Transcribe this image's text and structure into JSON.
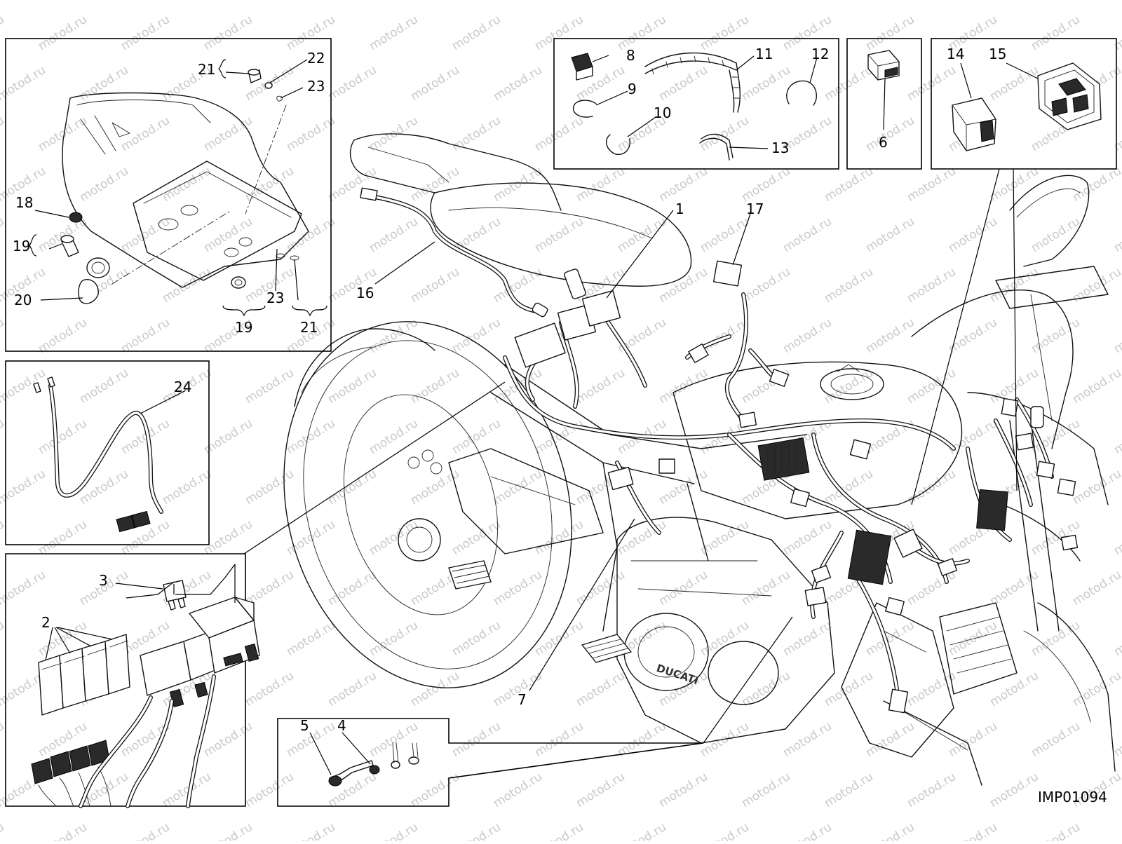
{
  "diagram": {
    "reference_code": "IMP01094",
    "watermark": "motod.ru",
    "callouts": {
      "c1": "1",
      "c2": "2",
      "c3": "3",
      "c4": "4",
      "c5": "5",
      "c6": "6",
      "c7": "7",
      "c8": "8",
      "c9": "9",
      "c10": "10",
      "c11": "11",
      "c12": "12",
      "c13": "13",
      "c14": "14",
      "c15": "15",
      "c16": "16",
      "c17": "17",
      "c18": "18",
      "c19a": "19",
      "c19b": "19",
      "c20": "20",
      "c21a": "21",
      "c21b": "21",
      "c22": "22",
      "c23a": "23",
      "c23b": "23",
      "c24": "24"
    },
    "brand_stamp": "DUCATI"
  }
}
